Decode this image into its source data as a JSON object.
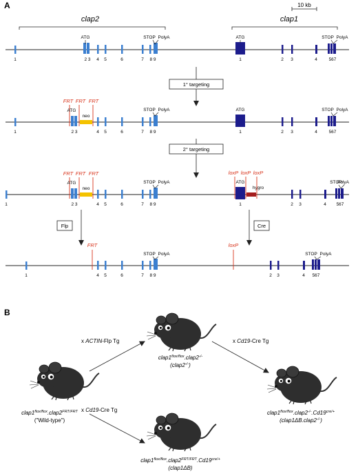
{
  "panels": {
    "a": "A",
    "b": "B"
  },
  "scale_bar": "10 kb",
  "genes": {
    "clap2": "clap2",
    "clap1": "clap1"
  },
  "common": {
    "atg": "ATG",
    "stop": "STOP",
    "polya": "PolyA",
    "frt": "FRT",
    "loxp": "loxP",
    "neo": "neo",
    "hygro": "hygro"
  },
  "steps": {
    "first_targeting": "1° targeting",
    "second_targeting": "2° targeting",
    "flp": "Flp",
    "cre": "Cre"
  },
  "exon_labels": {
    "clap2": [
      "1",
      "2",
      "3",
      "4",
      "5",
      "6",
      "7",
      "8",
      "9"
    ],
    "clap1": [
      "1",
      "2",
      "3",
      "4",
      "5",
      "6",
      "7"
    ],
    "clap2_exon23": "2 3",
    "clap2_exon89": "8 9",
    "clap1_exon567": "567"
  },
  "crosses": {
    "actin_flp": {
      "prefix": "x ",
      "gene": "ACTIN",
      "suffix": "-Flp Tg"
    },
    "cd19_cre_top": {
      "prefix": "x ",
      "gene": "Cd19",
      "suffix": "-Cre Tg"
    },
    "cd19_cre_bottom": {
      "prefix": "x ",
      "gene": "Cd19",
      "suffix": "-Cre Tg"
    }
  },
  "mice": {
    "wt": {
      "g1": "clap1",
      "s1": "flox/flox",
      "g2": ".clap2",
      "s2": "FRT/FRT",
      "sub": "(\"Wild-type\")"
    },
    "clap2ko": {
      "g1": "clap1",
      "s1": "flox/flox",
      "g2": ".clap2",
      "s2": "-/-",
      "sub_g": "(clap2",
      "sub_s": "-/-",
      "sub_end": ")"
    },
    "dko": {
      "g1": "clap1",
      "s1": "flox/flox",
      "g2": ".clap2",
      "s2": "-/-",
      "g3": ".Cd19",
      "s3": "cre/+",
      "sub_a": "(clap1ΔB.clap2",
      "sub_s": "-/-",
      "sub_end": ")"
    },
    "clap1ko": {
      "g1": "clap1",
      "s1": "flox/flox",
      "g2": ".clap2",
      "s2": "FRT/FRT",
      "g3": ".Cd19",
      "s3": "cre/+",
      "sub": "(clap1ΔB)"
    }
  },
  "colors": {
    "clap2_exon": "#3b7fd0",
    "clap1_exon": "#1c1c8c",
    "site": "#d8341c",
    "neo": "#f4c200",
    "hygro": "#a51d1d"
  }
}
